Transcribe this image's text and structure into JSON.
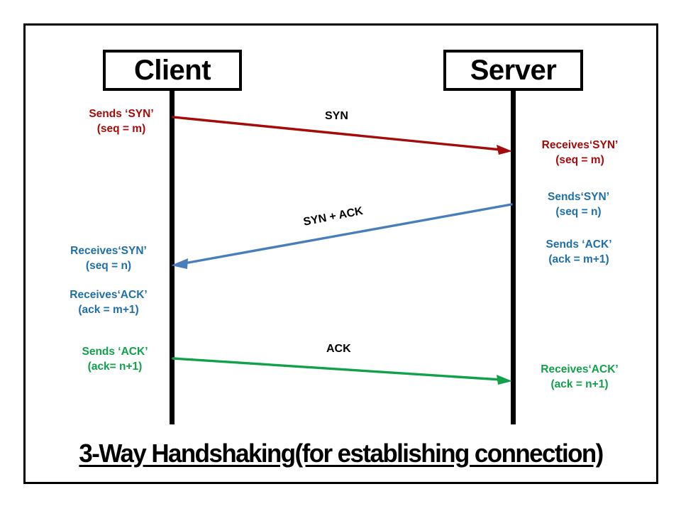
{
  "diagram": {
    "caption": "3-Way Handshaking(for establishing connection)",
    "actors": [
      {
        "id": "client",
        "label": "Client"
      },
      {
        "id": "server",
        "label": "Server"
      }
    ],
    "colors": {
      "syn": "#A50B0B",
      "syn_ack": "#4A7EBB",
      "ack": "#12A14B",
      "lifeline": "#000000",
      "frame": "#000000",
      "label": "#000000"
    },
    "messages": [
      {
        "id": "syn",
        "label": "SYN",
        "color": "#A50B0B",
        "direction": "client-to-server",
        "from_note": {
          "lines": [
            "Sends ‘SYN’",
            "(seq = m)"
          ]
        },
        "to_note": {
          "lines": [
            "Receives‘SYN’",
            "(seq = m)"
          ]
        }
      },
      {
        "id": "syn-ack",
        "label": "SYN + ACK",
        "color": "#4A7EBB",
        "direction": "server-to-client",
        "from_note": {
          "lines": [
            "Sends‘SYN’",
            "(seq = n)"
          ]
        },
        "from_note_2": {
          "lines": [
            "Sends ‘ACK’",
            "(ack = m+1)"
          ]
        },
        "to_note": {
          "lines": [
            "Receives‘SYN’",
            "(seq = n)"
          ]
        },
        "to_note_2": {
          "lines": [
            "Receives‘ACK’",
            "(ack = m+1)"
          ]
        }
      },
      {
        "id": "ack",
        "label": "ACK",
        "color": "#12A14B",
        "direction": "client-to-server",
        "from_note": {
          "lines": [
            "Sends ‘ACK’",
            "(ack= n+1)"
          ]
        },
        "to_note": {
          "lines": [
            "Receives‘ACK’",
            "(ack = n+1)"
          ]
        }
      }
    ],
    "notes": {
      "client_syn_l1": "Sends ‘SYN’",
      "client_syn_l2": "(seq = m)",
      "server_syn_l1": "Receives‘SYN’",
      "server_syn_l2": "(seq = m)",
      "server_sendsyn_l1": "Sends‘SYN’",
      "server_sendsyn_l2": "(seq = n)",
      "server_sendack_l1": "Sends ‘ACK’",
      "server_sendack_l2": "(ack = m+1)",
      "client_recvsyn_l1": "Receives‘SYN’",
      "client_recvsyn_l2": "(seq = n)",
      "client_recvack_l1": "Receives‘ACK’",
      "client_recvack_l2": "(ack = m+1)",
      "client_sendack_l1": "Sends ‘ACK’",
      "client_sendack_l2": "(ack= n+1)",
      "server_recvack_l1": "Receives‘ACK’",
      "server_recvack_l2": "(ack = n+1)"
    },
    "protocol_labels": {
      "syn": "SYN",
      "syn_ack": "SYN + ACK",
      "ack": "ACK"
    }
  }
}
